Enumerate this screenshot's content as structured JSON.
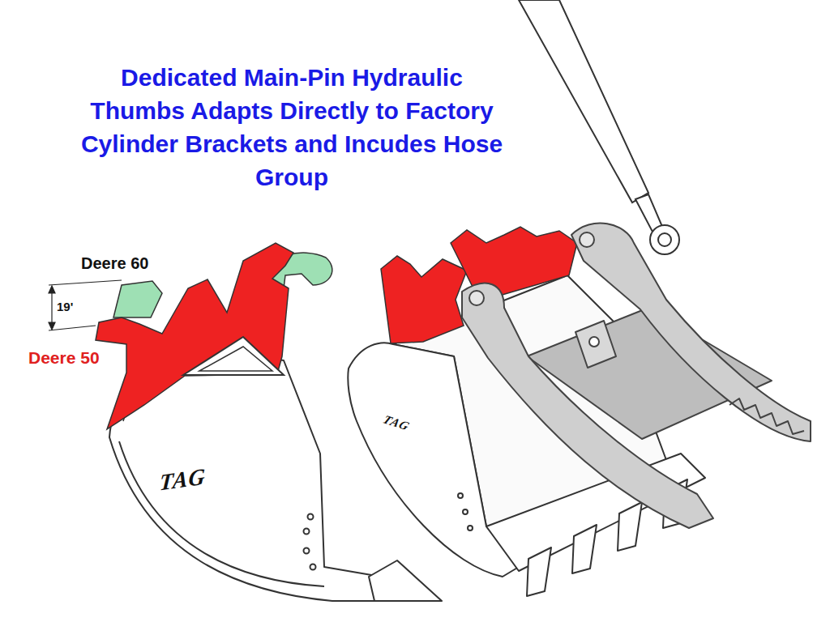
{
  "diagram": {
    "title": "Dedicated Main-Pin Hydraulic Thumbs Adapts Directly to Factory Cylinder Brackets and Incudes Hose Group",
    "labels": [
      "Deere 60",
      "19'",
      "Deere 50",
      "TAG",
      "TAG"
    ]
  }
}
